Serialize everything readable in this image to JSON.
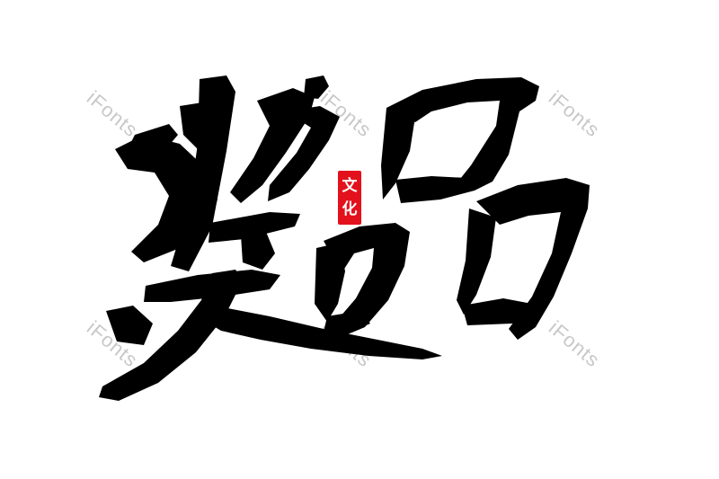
{
  "artwork": {
    "characters": [
      "奖",
      "品"
    ],
    "ink_color": "#000000",
    "background_color": "#ffffff"
  },
  "seal": {
    "chars": [
      "文",
      "化"
    ],
    "color": "#e3111b",
    "text_color": "#ffffff"
  },
  "watermark": {
    "text": "iFonts",
    "color": "#c8c8c8"
  }
}
